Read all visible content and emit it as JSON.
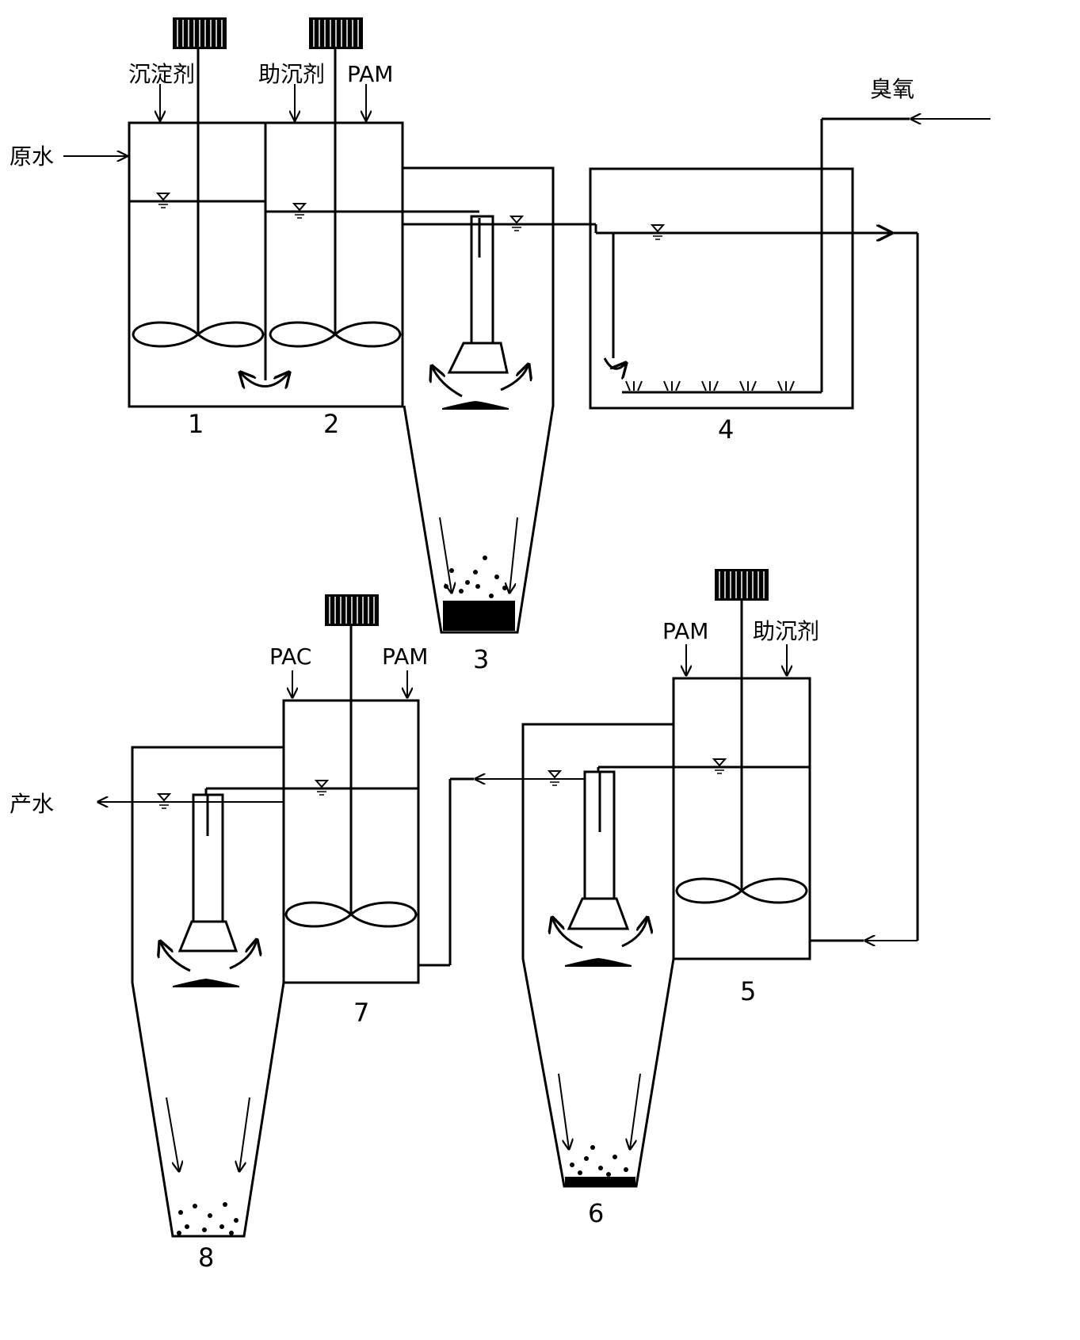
{
  "inputs": {
    "precipitant": "沉淀剂",
    "coagulant_aid": "助沉剂",
    "pam": "PAM",
    "raw_water": "原水",
    "ozone": "臭氧",
    "pac": "PAC",
    "product_water": "产水"
  },
  "units": [
    "1",
    "2",
    "3",
    "4",
    "5",
    "6",
    "7",
    "8"
  ]
}
